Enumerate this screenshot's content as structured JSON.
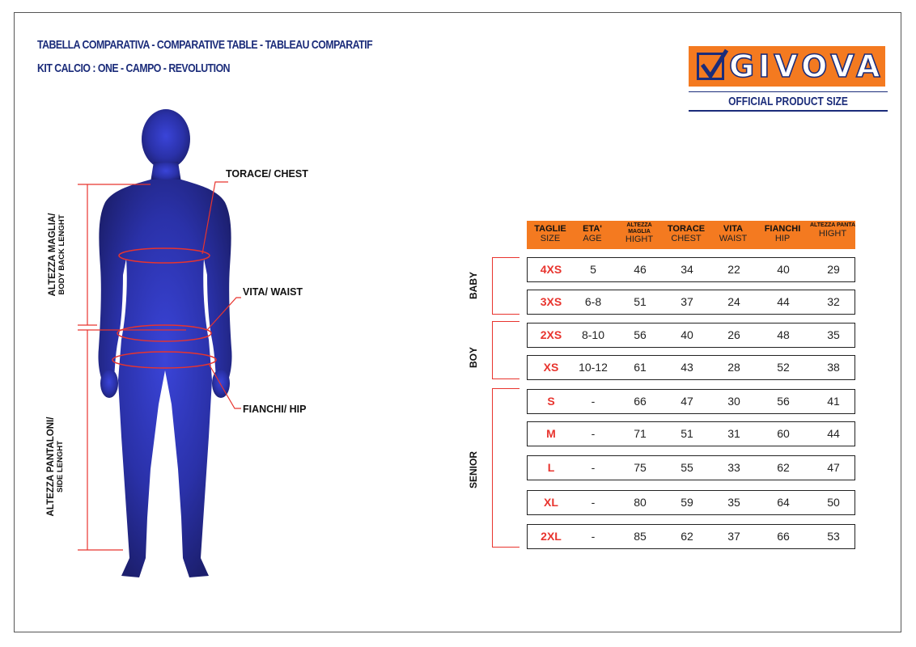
{
  "header": {
    "title_line1": "TABELLA COMPARATIVA - COMPARATIVE TABLE - TABLEAU COMPARATIF",
    "title_line2": "KIT CALCIO : ONE -   CAMPO - REVOLUTION"
  },
  "brand": {
    "logo_text": "GIVOVA",
    "official": "OFFICIAL PRODUCT SIZE",
    "accent_color": "#f47a20",
    "navy_color": "#1b2c7a",
    "size_color": "#e8342e"
  },
  "figure": {
    "chest_label": "TORACE/ CHEST",
    "waist_label": "VITA/ WAIST",
    "hip_label": "FIANCHI/ HIP",
    "body_back_line1": "ALTEZZA MAGLIA/",
    "body_back_line2": "BODY BACK LENGHT",
    "side_line1": "ALTEZZA PANTALONI/",
    "side_line2": "SIDE LENGHT"
  },
  "table": {
    "headers": [
      {
        "it": "TAGLIE",
        "en": "SIZE"
      },
      {
        "it": "ETA'",
        "en": "AGE"
      },
      {
        "it": "ALTEZZA MAGLIA",
        "en": "HIGHT"
      },
      {
        "it": "TORACE",
        "en": "CHEST"
      },
      {
        "it": "VITA",
        "en": "WAIST"
      },
      {
        "it": "FIANCHI",
        "en": "HIP"
      },
      {
        "it": "ALTEZZA PANTA",
        "en": "HIGHT"
      }
    ],
    "groups": [
      "BABY",
      "BOY",
      "SENIOR"
    ],
    "rows": [
      {
        "size": "4XS",
        "age": "5",
        "height": "46",
        "chest": "34",
        "waist": "22",
        "hip": "40",
        "pants": "29"
      },
      {
        "size": "3XS",
        "age": "6-8",
        "height": "51",
        "chest": "37",
        "waist": "24",
        "hip": "44",
        "pants": "32"
      },
      {
        "size": "2XS",
        "age": "8-10",
        "height": "56",
        "chest": "40",
        "waist": "26",
        "hip": "48",
        "pants": "35"
      },
      {
        "size": "XS",
        "age": "10-12",
        "height": "61",
        "chest": "43",
        "waist": "28",
        "hip": "52",
        "pants": "38"
      },
      {
        "size": "S",
        "age": "-",
        "height": "66",
        "chest": "47",
        "waist": "30",
        "hip": "56",
        "pants": "41"
      },
      {
        "size": "M",
        "age": "-",
        "height": "71",
        "chest": "51",
        "waist": "31",
        "hip": "60",
        "pants": "44"
      },
      {
        "size": "L",
        "age": "-",
        "height": "75",
        "chest": "55",
        "waist": "33",
        "hip": "62",
        "pants": "47"
      },
      {
        "size": "XL",
        "age": "-",
        "height": "80",
        "chest": "59",
        "waist": "35",
        "hip": "64",
        "pants": "50"
      },
      {
        "size": "2XL",
        "age": "-",
        "height": "85",
        "chest": "62",
        "waist": "37",
        "hip": "66",
        "pants": "53"
      }
    ]
  }
}
